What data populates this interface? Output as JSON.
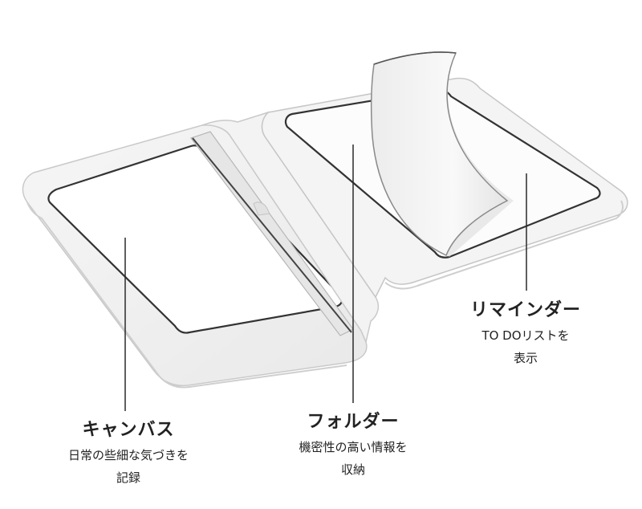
{
  "labels": {
    "canvas": {
      "title": "キャンバス",
      "desc_line1": "日常の些細な気づきを",
      "desc_line2": "記録"
    },
    "folder": {
      "title": "フォルダー",
      "desc_line1": "機密性の高い情報を",
      "desc_line2": "収納"
    },
    "reminder": {
      "title": "リマインダー",
      "desc_line1": "TO DOリストを",
      "desc_line2": "表示"
    }
  },
  "colors": {
    "case": "#f1f1f1",
    "case_edge": "#c4c4c4",
    "paper": "#ffffff",
    "line": "#2a2a2a"
  }
}
